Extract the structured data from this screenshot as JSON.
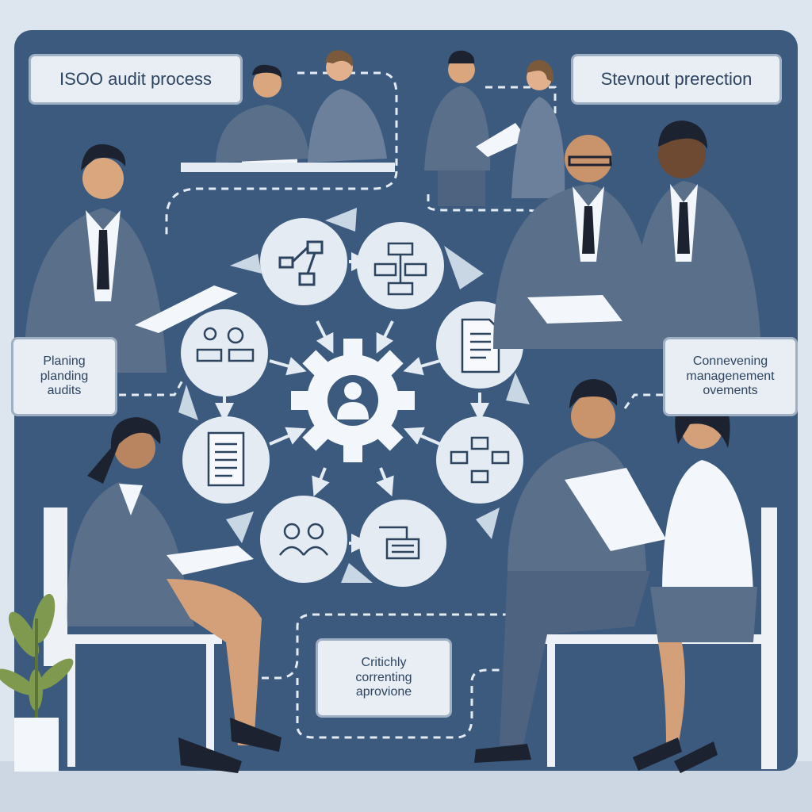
{
  "labels": {
    "top_left": "ISOO audit process",
    "top_right": "Stevnout prerection",
    "left": [
      "Planing",
      "planding",
      "audits"
    ],
    "right": [
      "Connevening",
      "managenement",
      "ovements"
    ],
    "bottom": [
      "Critichly",
      "correnting",
      "aprovione"
    ]
  },
  "colors": {
    "background": "#dde5ef",
    "panel": "#3b5a7e",
    "suit": "#5a6f8a",
    "node": "#e4ebf3",
    "arrow": "#c9d6e4",
    "label_border": "#9fb0c4"
  },
  "icons": [
    "gear-person-icon",
    "flowchart-icon",
    "sitemap-icon",
    "document-icon",
    "diagram-icon",
    "form-icon",
    "people-icon",
    "report-icon",
    "settings-icon"
  ]
}
